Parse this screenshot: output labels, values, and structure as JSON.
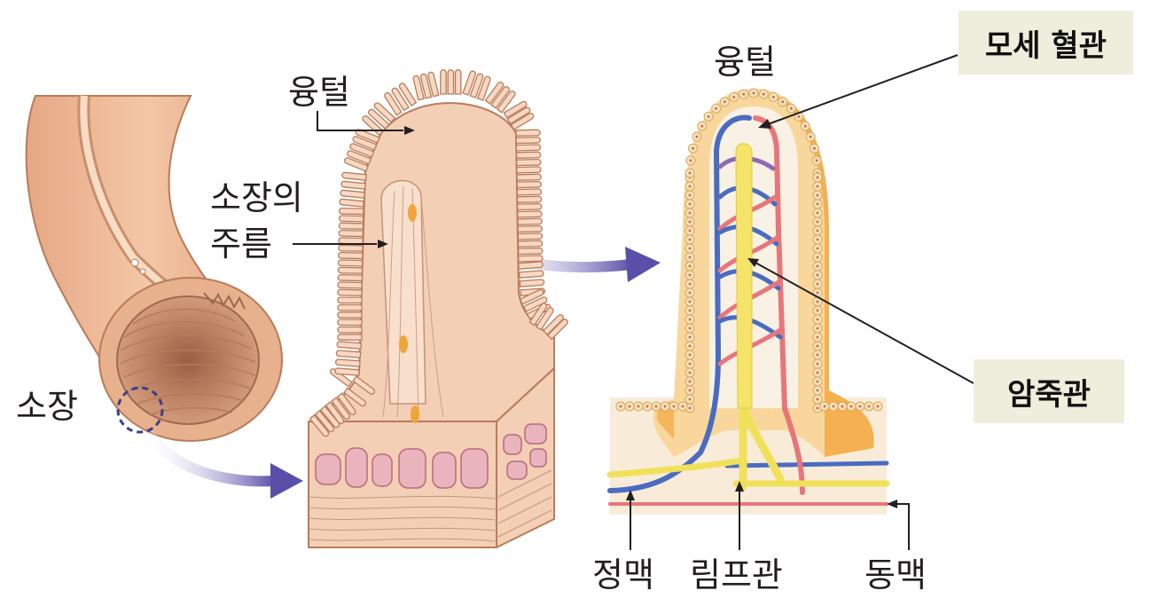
{
  "labels": {
    "small_intestine": "소장",
    "villus_left": "융털",
    "fold_line1": "소장의",
    "fold_line2": "주름",
    "villus_right": "융털",
    "capillary": "모세 혈관",
    "lacteal": "암죽관",
    "vein": "정맥",
    "lymph": "림프관",
    "artery": "동맥"
  },
  "colors": {
    "tissue": "#efbf9d",
    "tissue_dark": "#c98f6c",
    "orange_glow": "#f4a640",
    "artery": "#e7767a",
    "vein": "#4a6cc0",
    "lymph": "#f1e15a",
    "zoom_arrow": "#6a5fb0",
    "label_box": "#eeeedc"
  }
}
